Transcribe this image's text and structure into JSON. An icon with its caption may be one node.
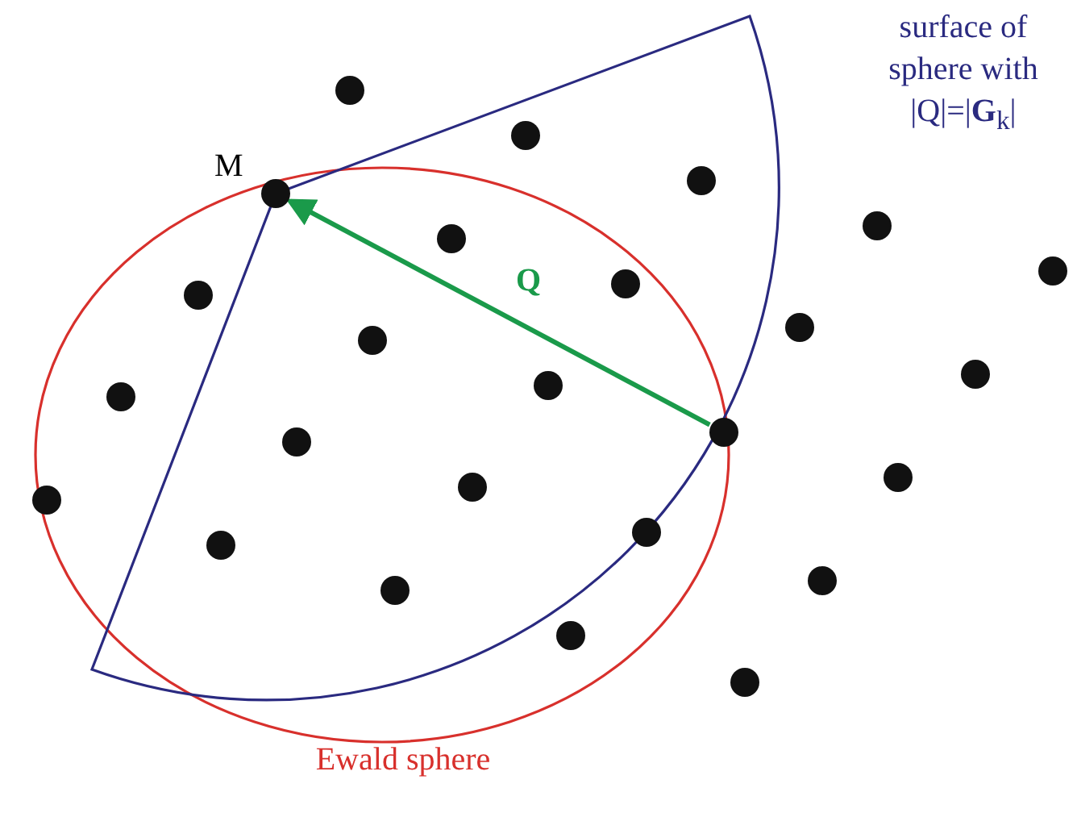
{
  "diagram": {
    "nodes": [
      {
        "text": [],
        "shape": "circle"
      },
      {
        "text": [],
        "shape": "circle"
      },
      {
        "text": [],
        "shape": "circle"
      },
      {
        "text": [],
        "shape": "circle"
      },
      {
        "text": [],
        "shape": "circle",
        "beside": [
          "M"
        ]
      },
      {
        "text": [],
        "shape": "circle"
      },
      {
        "text": [],
        "shape": "circle"
      },
      {
        "text": [],
        "shape": "circle"
      },
      {
        "text": [],
        "shape": "circle"
      },
      {
        "text": [],
        "shape": "circle"
      },
      {
        "text": [],
        "shape": "circle"
      },
      {
        "text": [],
        "shape": "circle"
      },
      {
        "text": [],
        "shape": "circle"
      },
      {
        "text": [],
        "shape": "circle"
      },
      {
        "text": [],
        "shape": "circle"
      },
      {
        "text": [],
        "shape": "circle"
      },
      {
        "text": [],
        "shape": "circle"
      },
      {
        "text": [],
        "shape": "circle"
      },
      {
        "text": [],
        "shape": "circle"
      },
      {
        "text": [],
        "shape": "circle"
      },
      {
        "text": [],
        "shape": "circle"
      },
      {
        "text": [],
        "shape": "circle"
      },
      {
        "text": [],
        "shape": "circle"
      },
      {
        "text": [],
        "shape": "circle"
      },
      {
        "text": [],
        "shape": "circle"
      }
    ],
    "edges": [
      {
        "from": 17,
        "to": 4,
        "arrow": "to",
        "label": "Q",
        "color": "#1a9a4a"
      }
    ],
    "labels": [
      "surface of sphere with |Q|=|**G**$_{k}$|",
      "Ewald sphere"
    ]
  }
}
